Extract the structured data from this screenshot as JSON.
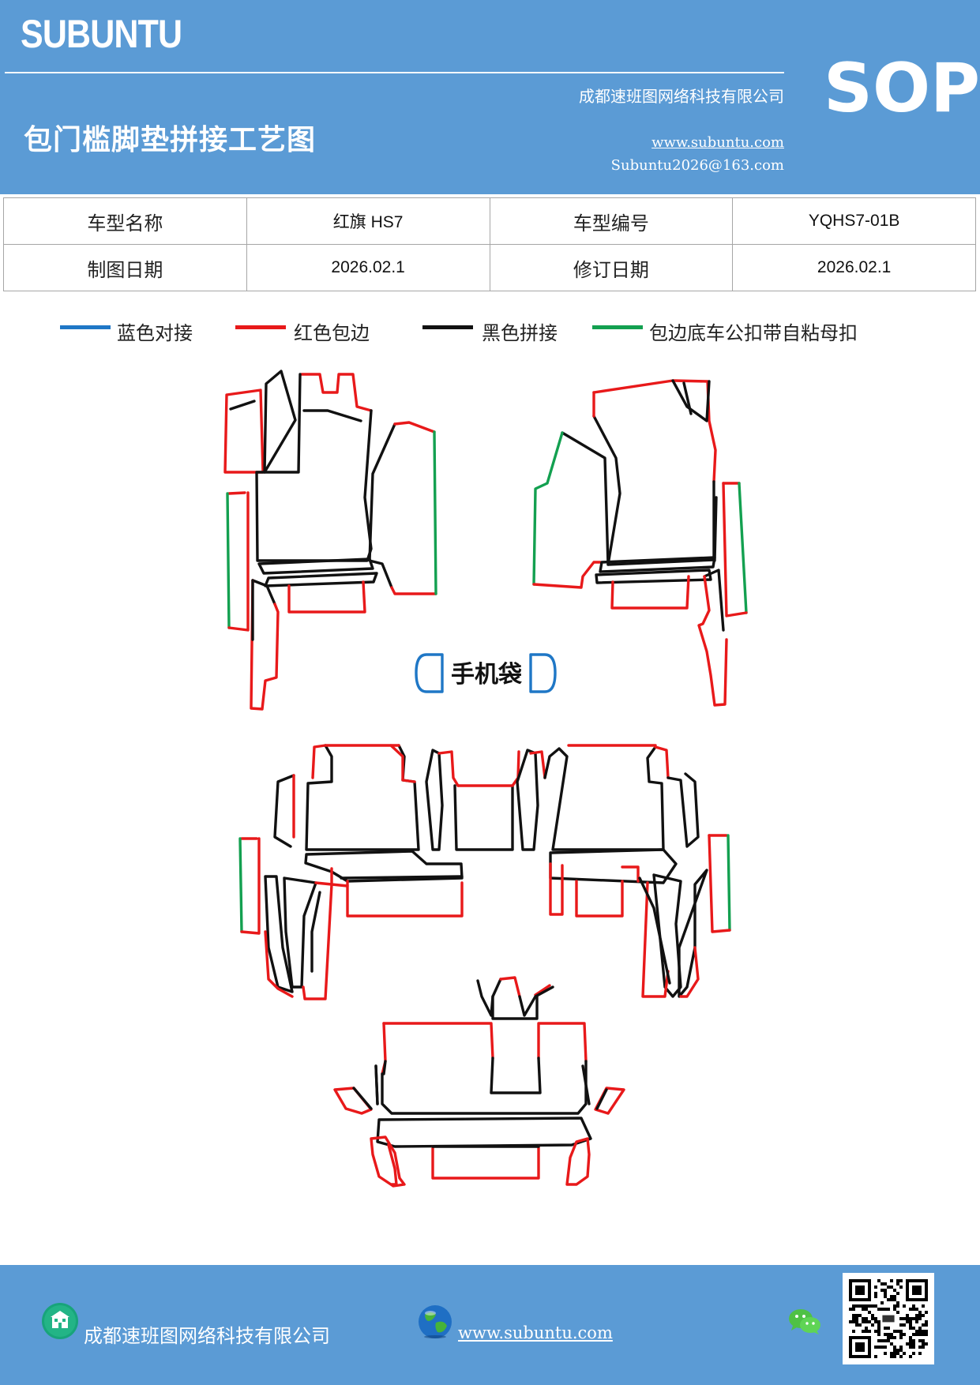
{
  "header": {
    "brand": "SUBUNTU",
    "title": "包门槛脚垫拼接工艺图",
    "company": "成都速班图网络科技有限公司",
    "url": "www.subuntu.com",
    "email": "Subuntu2026@163.com",
    "badge": "SOP",
    "background_color": "#5b9bd5"
  },
  "info_table": {
    "rows": [
      [
        {
          "text": "车型名称",
          "kind": "label"
        },
        {
          "text": "红旗 HS7",
          "kind": "value"
        },
        {
          "text": "车型编号",
          "kind": "label"
        },
        {
          "text": "YQHS7-01B",
          "kind": "value"
        }
      ],
      [
        {
          "text": "制图日期",
          "kind": "label"
        },
        {
          "text": "2026.02.1",
          "kind": "value"
        },
        {
          "text": "修订日期",
          "kind": "label"
        },
        {
          "text": "2026.02.1",
          "kind": "value"
        }
      ]
    ]
  },
  "legend": [
    {
      "label": "蓝色对接",
      "color": "#1f77c6"
    },
    {
      "label": "红色包边",
      "color": "#e8191a"
    },
    {
      "label": "黑色拼接",
      "color": "#111111"
    },
    {
      "label": "包边底车公扣带自粘母扣",
      "color": "#13a050"
    }
  ],
  "diagram": {
    "phone_pocket_label": "手机袋",
    "colors": {
      "red": "#e8191a",
      "black": "#111111",
      "green": "#13a050",
      "blue": "#1f77c6"
    }
  },
  "footer": {
    "company": "成都速班图网络科技有限公司",
    "url": "www.subuntu.com",
    "icons": [
      "building-icon",
      "globe-icon",
      "wechat-icon",
      "qr-code"
    ]
  }
}
